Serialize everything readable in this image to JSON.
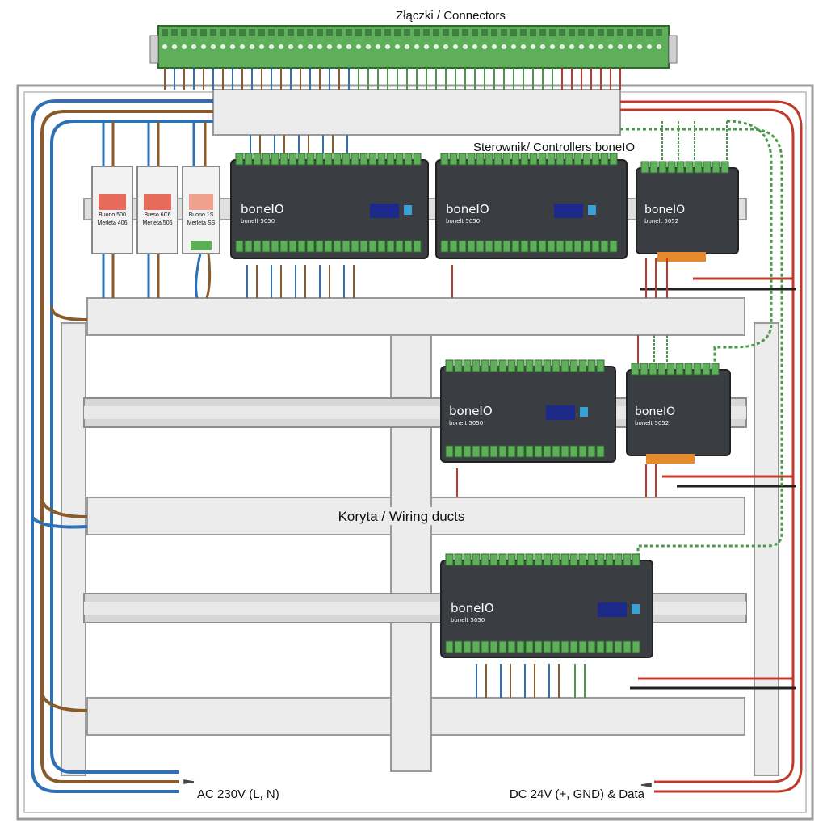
{
  "labels": {
    "connectors": "Złączki / Connectors",
    "controllers": "Sterownik/ Controllers boneIO",
    "ducts": "Koryta / Wiring ducts",
    "ac": "AC 230V (L, N)",
    "dc": "DC 24V (+, GND) & Data"
  },
  "modules": [
    {
      "brand": "boneIO",
      "sub": "bonelt 5050"
    },
    {
      "brand": "boneIO",
      "sub": "bonelt 5050"
    },
    {
      "brand": "boneIO",
      "sub": "bonelt 5052"
    },
    {
      "brand": "boneIO",
      "sub": "bonelt 5050"
    },
    {
      "brand": "boneIO",
      "sub": "bonelt 5052"
    },
    {
      "brand": "boneIO",
      "sub": "bonelt 5050"
    }
  ],
  "breakers": [
    {
      "line1": "Buono 500",
      "line2": "Merleta 406"
    },
    {
      "line1": "Breso 6C6",
      "line2": "Merleta 506"
    },
    {
      "line1": "Buono 1S",
      "line2": "Merleta SS"
    }
  ],
  "colors": {
    "ac_blue": "#2f6fb5",
    "ac_brown": "#8a5a2b",
    "dc_red": "#c0392b",
    "data_green": "#4a9a4a",
    "module_body": "#3a3d42",
    "terminal_green": "#5fae5a",
    "duct": "#ececec"
  }
}
